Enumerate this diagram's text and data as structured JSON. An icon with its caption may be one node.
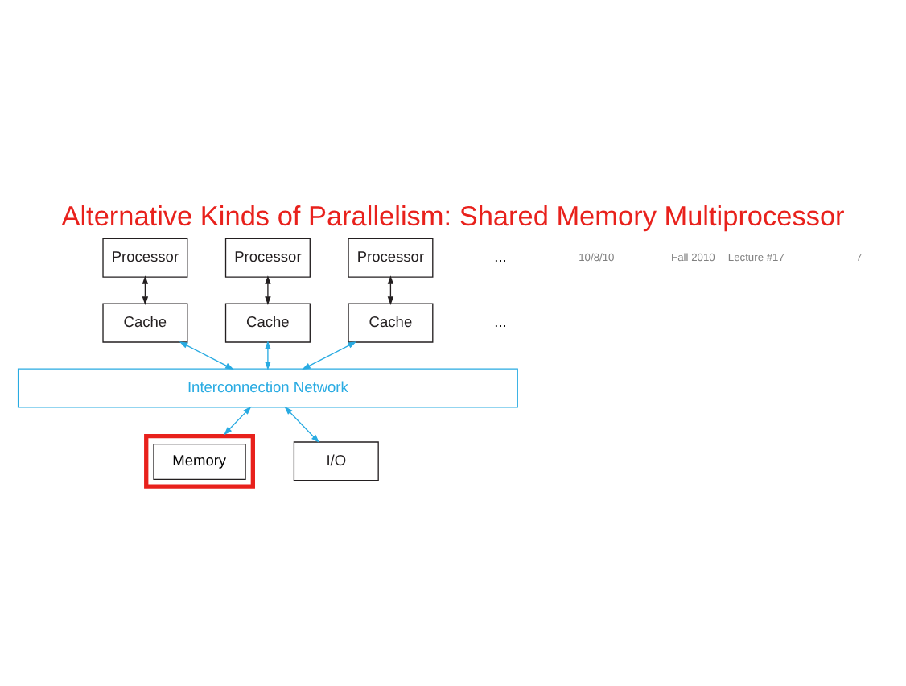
{
  "diagram": {
    "title": "Alternative Kinds of Parallelism: Shared Memory Multiprocessor",
    "nodes": [
      {
        "text": [
          "Processor"
        ]
      },
      {
        "text": [
          "Processor"
        ]
      },
      {
        "text": [
          "..."
        ]
      },
      {
        "text": [
          "Processor"
        ]
      },
      {
        "text": [
          "Cache"
        ]
      },
      {
        "text": [
          "Cache"
        ]
      },
      {
        "text": [
          "..."
        ]
      },
      {
        "text": [
          "Cache"
        ]
      },
      {
        "text": [
          "Interconnection Network"
        ]
      },
      {
        "text": [
          "Memory"
        ]
      },
      {
        "text": [
          "I/O"
        ]
      }
    ],
    "edges": [
      {
        "from": 0,
        "to": 4,
        "arrow": "both",
        "color": "#231f20"
      },
      {
        "from": 1,
        "to": 5,
        "arrow": "both",
        "color": "#231f20"
      },
      {
        "from": 3,
        "to": 7,
        "arrow": "both",
        "color": "#231f20"
      },
      {
        "from": 4,
        "to": 8,
        "arrow": "both"
      },
      {
        "from": 5,
        "to": 8,
        "arrow": "both"
      },
      {
        "from": 7,
        "to": 8,
        "arrow": "both"
      },
      {
        "from": 8,
        "to": 9,
        "arrow": "both"
      },
      {
        "from": 8,
        "to": 10,
        "arrow": "both"
      }
    ],
    "labels": [
      "10/8/10",
      "Fall 2010 -- Lecture #17",
      "7"
    ]
  }
}
